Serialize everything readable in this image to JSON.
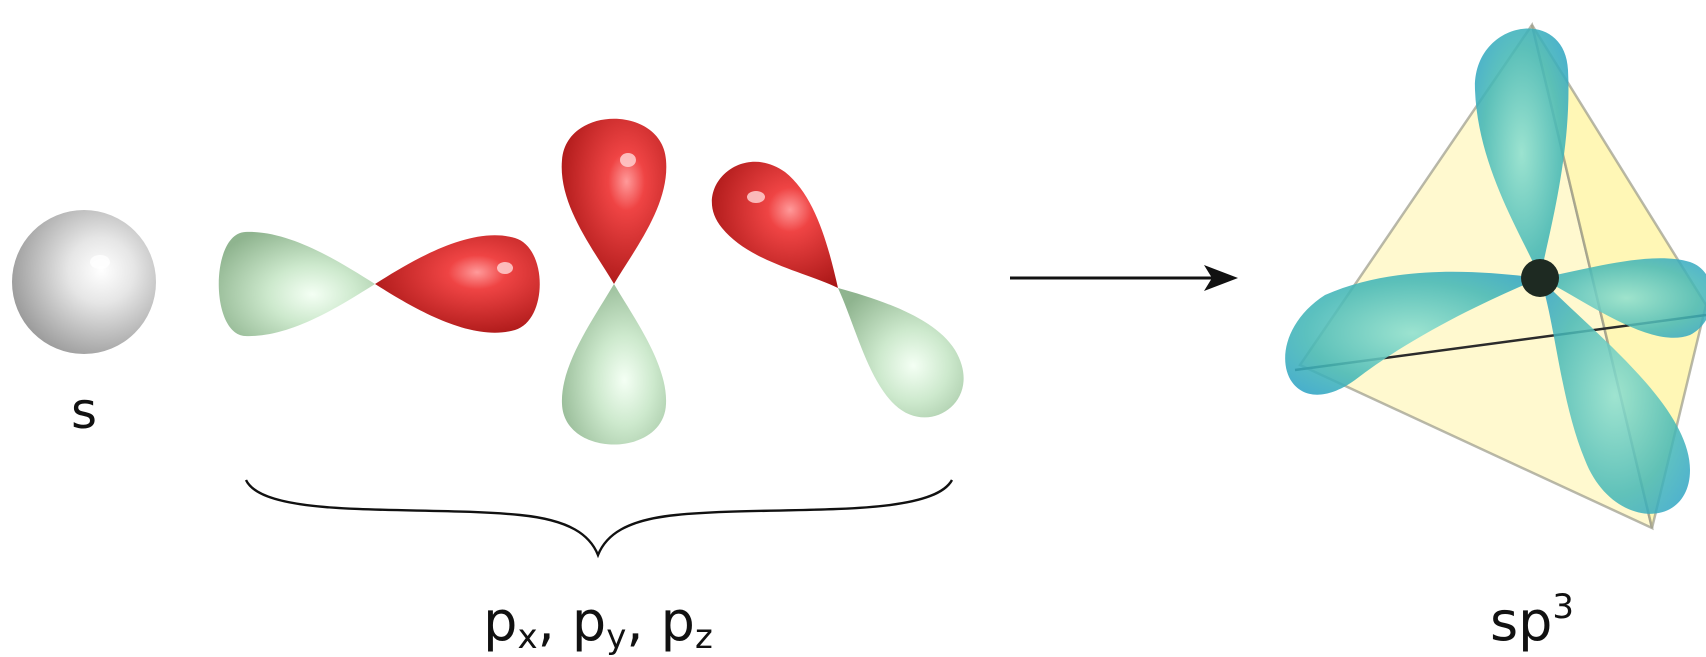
{
  "labels": {
    "s": "s",
    "p_base": "p",
    "p_sub_x": "x",
    "p_sub_y": "y",
    "p_sub_z": "z",
    "sep": ", ",
    "sp3_base": "sp",
    "sp3_sup": "3"
  }
}
